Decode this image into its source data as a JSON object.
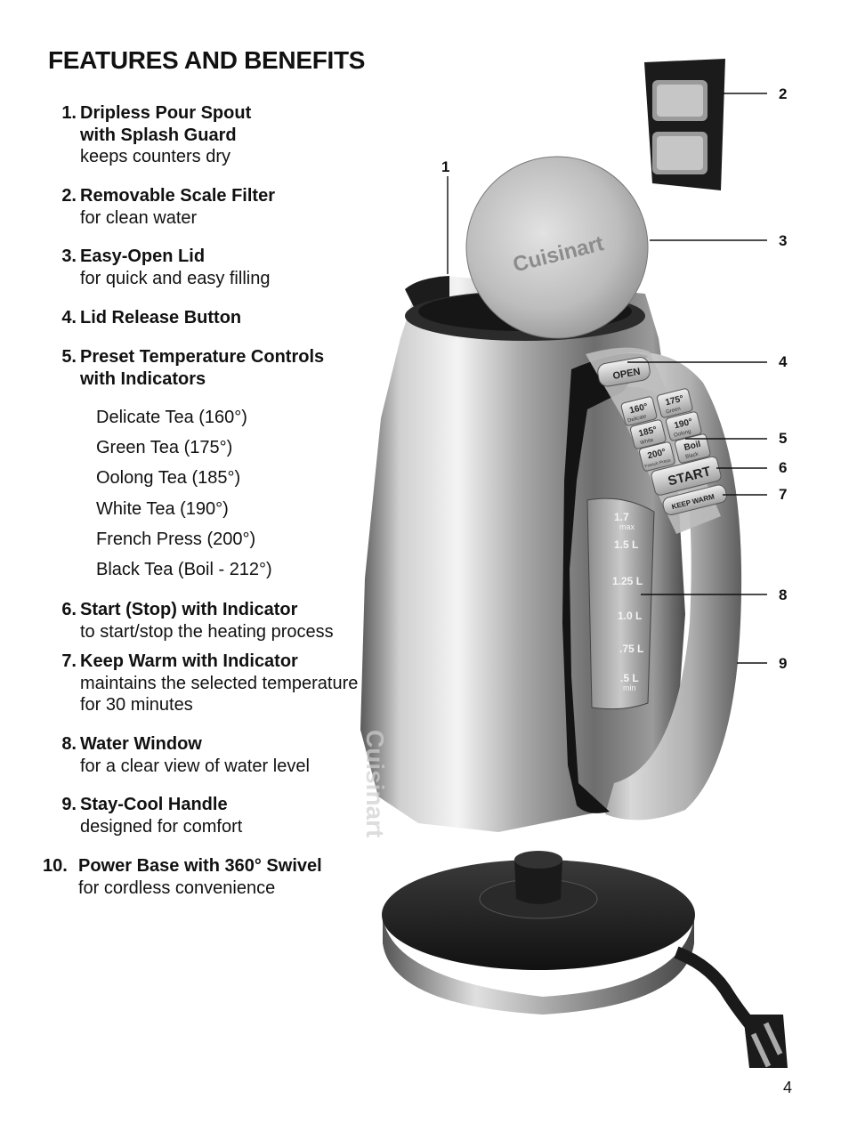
{
  "page": {
    "title": "FEATURES AND BENEFITS",
    "page_number": "4"
  },
  "features": [
    {
      "num": "1.",
      "title": [
        "Dripless Pour Spout",
        "with Splash Guard"
      ],
      "desc": [
        "keeps counters dry"
      ]
    },
    {
      "num": "2.",
      "title": [
        "Removable Scale Filter"
      ],
      "desc": [
        "for clean water"
      ]
    },
    {
      "num": "3.",
      "title": [
        "Easy-Open Lid"
      ],
      "desc": [
        "for quick and easy filling"
      ]
    },
    {
      "num": "4.",
      "title": [
        "Lid Release Button"
      ],
      "desc": []
    },
    {
      "num": "5.",
      "title": [
        "Preset Temperature Controls",
        "with Indicators"
      ],
      "desc": []
    },
    {
      "num": "6.",
      "title": [
        "Start (Stop) with Indicator"
      ],
      "desc": [
        "to start/stop the heating process"
      ]
    },
    {
      "num": "7.",
      "title": [
        "Keep Warm with Indicator"
      ],
      "desc": [
        "maintains the selected temperature",
        "for 30 minutes"
      ]
    },
    {
      "num": "8.",
      "title": [
        "Water Window"
      ],
      "desc": [
        "for a clear view of water level"
      ]
    },
    {
      "num": "9.",
      "title": [
        "Stay-Cool Handle"
      ],
      "desc": [
        "designed for comfort"
      ]
    },
    {
      "num": "10.",
      "title": [
        "Power Base with 360° Swivel"
      ],
      "desc": [
        "for cordless convenience"
      ]
    }
  ],
  "presets": [
    "Delicate Tea (160°)",
    "Green Tea (175°)",
    "Oolong Tea (185°)",
    "White Tea (190°)",
    "French Press (200°)",
    "Black Tea (Boil - 212°)"
  ],
  "illustration": {
    "brand": "Cuisinart",
    "controls": {
      "open": "OPEN",
      "start": "START",
      "keep_warm": "KEEP WARM",
      "temps": [
        {
          "deg": "160°",
          "name": "Delicate"
        },
        {
          "deg": "175°",
          "name": "Green"
        },
        {
          "deg": "185°",
          "name": "White"
        },
        {
          "deg": "190°",
          "name": "Oolong"
        },
        {
          "deg": "200°",
          "name": "French Press"
        },
        {
          "deg": "Boil",
          "name": "Black"
        }
      ]
    },
    "water_levels": [
      {
        "value": "1.7",
        "unit": "max"
      },
      {
        "value": "1.5 L",
        "unit": ""
      },
      {
        "value": "1.25 L",
        "unit": ""
      },
      {
        "value": "1.0 L",
        "unit": ""
      },
      {
        "value": ".75 L",
        "unit": ""
      },
      {
        "value": ".5 L",
        "unit": "min"
      }
    ],
    "callouts": [
      "1",
      "2",
      "3",
      "4",
      "5",
      "6",
      "7",
      "8",
      "9"
    ]
  }
}
